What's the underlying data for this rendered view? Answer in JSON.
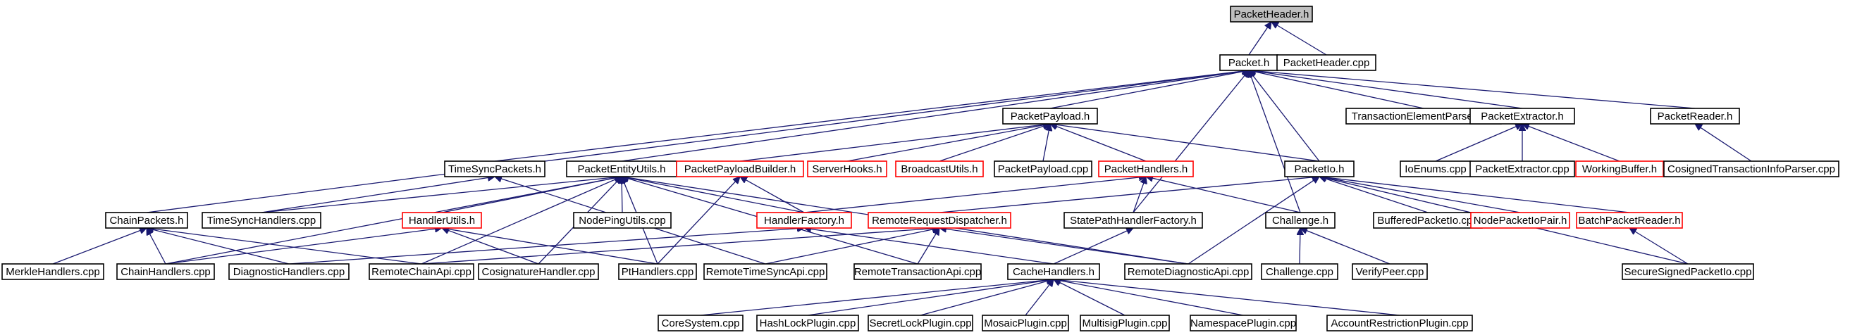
{
  "colors": {
    "edge": "#191970",
    "border": "#000000",
    "red_border": "#ff0000",
    "root_fill": "#bfbfbf",
    "fill": "#ffffff"
  },
  "nodes": [
    {
      "id": "PacketHeader_h",
      "label": "PacketHeader.h",
      "style": "root"
    },
    {
      "id": "Packet_h",
      "label": "Packet.h"
    },
    {
      "id": "PacketHeader_cpp",
      "label": "PacketHeader.cpp"
    },
    {
      "id": "PacketPayload_h",
      "label": "PacketPayload.h"
    },
    {
      "id": "TransactionElementParser_cpp",
      "label": "TransactionElementParser.cpp"
    },
    {
      "id": "PacketExtractor_h",
      "label": "PacketExtractor.h"
    },
    {
      "id": "PacketReader_h",
      "label": "PacketReader.h"
    },
    {
      "id": "TimeSyncPackets_h",
      "label": "TimeSyncPackets.h"
    },
    {
      "id": "PacketEntityUtils_h",
      "label": "PacketEntityUtils.h"
    },
    {
      "id": "PacketPayloadBuilder_h",
      "label": "PacketPayloadBuilder.h",
      "style": "red"
    },
    {
      "id": "ServerHooks_h",
      "label": "ServerHooks.h",
      "style": "red"
    },
    {
      "id": "BroadcastUtils_h",
      "label": "BroadcastUtils.h",
      "style": "red"
    },
    {
      "id": "PacketPayload_cpp",
      "label": "PacketPayload.cpp"
    },
    {
      "id": "PacketHandlers_h",
      "label": "PacketHandlers.h",
      "style": "red"
    },
    {
      "id": "PacketIo_h",
      "label": "PacketIo.h"
    },
    {
      "id": "IoEnums_cpp",
      "label": "IoEnums.cpp"
    },
    {
      "id": "PacketExtractor_cpp",
      "label": "PacketExtractor.cpp"
    },
    {
      "id": "WorkingBuffer_h",
      "label": "WorkingBuffer.h",
      "style": "red"
    },
    {
      "id": "CosignedTransactionInfoParser_cpp",
      "label": "CosignedTransactionInfoParser.cpp"
    },
    {
      "id": "ChainPackets_h",
      "label": "ChainPackets.h"
    },
    {
      "id": "TimeSyncHandlers_cpp",
      "label": "TimeSyncHandlers.cpp"
    },
    {
      "id": "HandlerUtils_h",
      "label": "HandlerUtils.h",
      "style": "red"
    },
    {
      "id": "NodePingUtils_cpp",
      "label": "NodePingUtils.cpp"
    },
    {
      "id": "HandlerFactory_h",
      "label": "HandlerFactory.h",
      "style": "red"
    },
    {
      "id": "RemoteRequestDispatcher_h",
      "label": "RemoteRequestDispatcher.h",
      "style": "red"
    },
    {
      "id": "StatePathHandlerFactory_h",
      "label": "StatePathHandlerFactory.h"
    },
    {
      "id": "Challenge_h",
      "label": "Challenge.h"
    },
    {
      "id": "BufferedPacketIo_cpp",
      "label": "BufferedPacketIo.cpp"
    },
    {
      "id": "NodePacketIoPair_h",
      "label": "NodePacketIoPair.h",
      "style": "red"
    },
    {
      "id": "BatchPacketReader_h",
      "label": "BatchPacketReader.h",
      "style": "red"
    },
    {
      "id": "MerkleHandlers_cpp",
      "label": "MerkleHandlers.cpp"
    },
    {
      "id": "ChainHandlers_cpp",
      "label": "ChainHandlers.cpp"
    },
    {
      "id": "DiagnosticHandlers_cpp",
      "label": "DiagnosticHandlers.cpp"
    },
    {
      "id": "RemoteChainApi_cpp",
      "label": "RemoteChainApi.cpp"
    },
    {
      "id": "CosignatureHandler_cpp",
      "label": "CosignatureHandler.cpp"
    },
    {
      "id": "PtHandlers_cpp",
      "label": "PtHandlers.cpp"
    },
    {
      "id": "RemoteTimeSyncApi_cpp",
      "label": "RemoteTimeSyncApi.cpp"
    },
    {
      "id": "RemoteTransactionApi_cpp",
      "label": "RemoteTransactionApi.cpp"
    },
    {
      "id": "CacheHandlers_h",
      "label": "CacheHandlers.h"
    },
    {
      "id": "RemoteDiagnosticApi_cpp",
      "label": "RemoteDiagnosticApi.cpp"
    },
    {
      "id": "Challenge_cpp",
      "label": "Challenge.cpp"
    },
    {
      "id": "VerifyPeer_cpp",
      "label": "VerifyPeer.cpp"
    },
    {
      "id": "SecureSignedPacketIo_cpp",
      "label": "SecureSignedPacketIo.cpp"
    },
    {
      "id": "CoreSystem_cpp",
      "label": "CoreSystem.cpp"
    },
    {
      "id": "HashLockPlugin_cpp",
      "label": "HashLockPlugin.cpp"
    },
    {
      "id": "SecretLockPlugin_cpp",
      "label": "SecretLockPlugin.cpp"
    },
    {
      "id": "MosaicPlugin_cpp",
      "label": "MosaicPlugin.cpp"
    },
    {
      "id": "MultisigPlugin_cpp",
      "label": "MultisigPlugin.cpp"
    },
    {
      "id": "NamespacePlugin_cpp",
      "label": "NamespacePlugin.cpp"
    },
    {
      "id": "AccountRestrictionPlugin_cpp",
      "label": "AccountRestrictionPlugin.cpp"
    }
  ],
  "edges": [
    [
      "PacketHeader_h",
      "Packet_h"
    ],
    [
      "PacketHeader_h",
      "PacketHeader_cpp"
    ],
    [
      "Packet_h",
      "PacketPayload_h"
    ],
    [
      "Packet_h",
      "TransactionElementParser_cpp"
    ],
    [
      "Packet_h",
      "PacketExtractor_h"
    ],
    [
      "Packet_h",
      "PacketReader_h"
    ],
    [
      "Packet_h",
      "TimeSyncPackets_h"
    ],
    [
      "Packet_h",
      "PacketEntityUtils_h"
    ],
    [
      "Packet_h",
      "PacketIo_h"
    ],
    [
      "Packet_h",
      "ChainPackets_h"
    ],
    [
      "Packet_h",
      "StatePathHandlerFactory_h"
    ],
    [
      "Packet_h",
      "Challenge_h"
    ],
    [
      "PacketPayload_h",
      "PacketPayloadBuilder_h"
    ],
    [
      "PacketPayload_h",
      "ServerHooks_h"
    ],
    [
      "PacketPayload_h",
      "BroadcastUtils_h"
    ],
    [
      "PacketPayload_h",
      "PacketPayload_cpp"
    ],
    [
      "PacketPayload_h",
      "PacketHandlers_h"
    ],
    [
      "PacketPayload_h",
      "PacketIo_h"
    ],
    [
      "PacketExtractor_h",
      "IoEnums_cpp"
    ],
    [
      "PacketExtractor_h",
      "PacketExtractor_cpp"
    ],
    [
      "PacketExtractor_h",
      "WorkingBuffer_h"
    ],
    [
      "PacketReader_h",
      "CosignedTransactionInfoParser_cpp"
    ],
    [
      "TimeSyncPackets_h",
      "TimeSyncHandlers_cpp"
    ],
    [
      "TimeSyncPackets_h",
      "RemoteTimeSyncApi_cpp"
    ],
    [
      "PacketEntityUtils_h",
      "TimeSyncHandlers_cpp"
    ],
    [
      "PacketEntityUtils_h",
      "HandlerUtils_h"
    ],
    [
      "PacketEntityUtils_h",
      "NodePingUtils_cpp"
    ],
    [
      "PacketEntityUtils_h",
      "HandlerFactory_h"
    ],
    [
      "PacketEntityUtils_h",
      "ChainHandlers_cpp"
    ],
    [
      "PacketEntityUtils_h",
      "RemoteChainApi_cpp"
    ],
    [
      "PacketEntityUtils_h",
      "CosignatureHandler_cpp"
    ],
    [
      "PacketEntityUtils_h",
      "PtHandlers_cpp"
    ],
    [
      "PacketEntityUtils_h",
      "RemoteTransactionApi_cpp"
    ],
    [
      "PacketEntityUtils_h",
      "RemoteDiagnosticApi_cpp"
    ],
    [
      "PacketPayloadBuilder_h",
      "HandlerFactory_h"
    ],
    [
      "PacketPayloadBuilder_h",
      "PtHandlers_cpp"
    ],
    [
      "PacketHandlers_h",
      "HandlerFactory_h"
    ],
    [
      "PacketHandlers_h",
      "StatePathHandlerFactory_h"
    ],
    [
      "PacketHandlers_h",
      "Challenge_h"
    ],
    [
      "PacketIo_h",
      "RemoteRequestDispatcher_h"
    ],
    [
      "PacketIo_h",
      "BufferedPacketIo_cpp"
    ],
    [
      "PacketIo_h",
      "NodePacketIoPair_h"
    ],
    [
      "PacketIo_h",
      "BatchPacketReader_h"
    ],
    [
      "PacketIo_h",
      "SecureSignedPacketIo_cpp"
    ],
    [
      "PacketIo_h",
      "RemoteDiagnosticApi_cpp"
    ],
    [
      "ChainPackets_h",
      "MerkleHandlers_cpp"
    ],
    [
      "ChainPackets_h",
      "ChainHandlers_cpp"
    ],
    [
      "ChainPackets_h",
      "DiagnosticHandlers_cpp"
    ],
    [
      "ChainPackets_h",
      "RemoteChainApi_cpp"
    ],
    [
      "HandlerUtils_h",
      "ChainHandlers_cpp"
    ],
    [
      "HandlerUtils_h",
      "CosignatureHandler_cpp"
    ],
    [
      "HandlerUtils_h",
      "PtHandlers_cpp"
    ],
    [
      "HandlerFactory_h",
      "DiagnosticHandlers_cpp"
    ],
    [
      "HandlerFactory_h",
      "CacheHandlers_h"
    ],
    [
      "RemoteRequestDispatcher_h",
      "RemoteChainApi_cpp"
    ],
    [
      "RemoteRequestDispatcher_h",
      "RemoteTimeSyncApi_cpp"
    ],
    [
      "RemoteRequestDispatcher_h",
      "RemoteTransactionApi_cpp"
    ],
    [
      "RemoteRequestDispatcher_h",
      "RemoteDiagnosticApi_cpp"
    ],
    [
      "StatePathHandlerFactory_h",
      "CacheHandlers_h"
    ],
    [
      "Challenge_h",
      "Challenge_cpp"
    ],
    [
      "Challenge_h",
      "VerifyPeer_cpp"
    ],
    [
      "BatchPacketReader_h",
      "SecureSignedPacketIo_cpp"
    ],
    [
      "CacheHandlers_h",
      "CoreSystem_cpp"
    ],
    [
      "CacheHandlers_h",
      "HashLockPlugin_cpp"
    ],
    [
      "CacheHandlers_h",
      "SecretLockPlugin_cpp"
    ],
    [
      "CacheHandlers_h",
      "MosaicPlugin_cpp"
    ],
    [
      "CacheHandlers_h",
      "MultisigPlugin_cpp"
    ],
    [
      "CacheHandlers_h",
      "NamespacePlugin_cpp"
    ],
    [
      "CacheHandlers_h",
      "AccountRestrictionPlugin_cpp"
    ]
  ]
}
